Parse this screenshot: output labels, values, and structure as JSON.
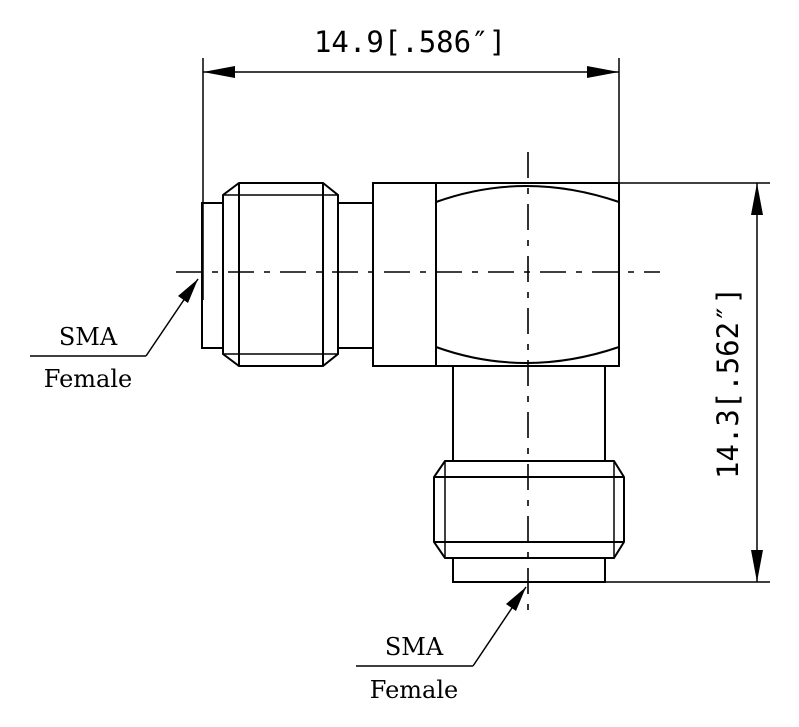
{
  "dimensions": {
    "width": "14.9[.586″]",
    "height": "14.3[.562″]"
  },
  "callouts": {
    "left": {
      "line1": "SMA",
      "line2": "Female"
    },
    "bottom": {
      "line1": "SMA",
      "line2": "Female"
    }
  }
}
